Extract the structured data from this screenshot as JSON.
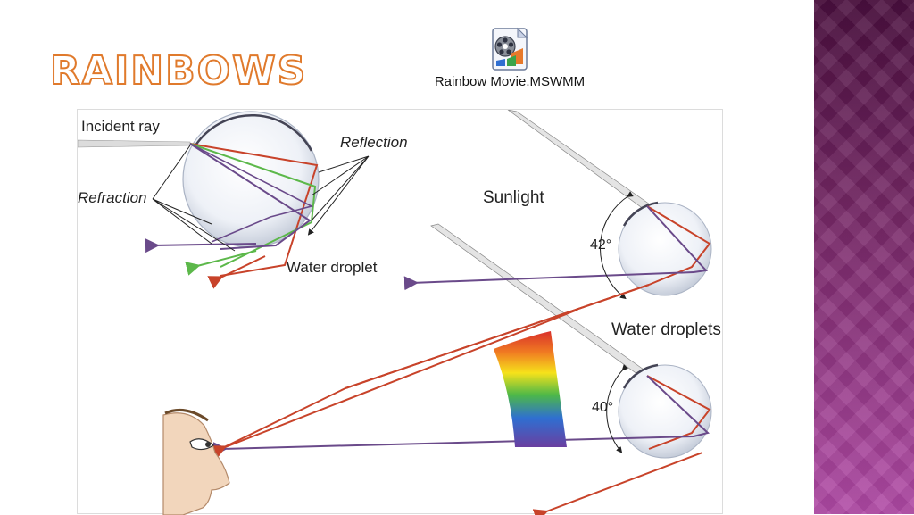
{
  "slide": {
    "title": "RAINBOWS",
    "title_color": "#e07a2c",
    "side_band_colors": [
      "#4a0f3e",
      "#b14aa6"
    ]
  },
  "media": {
    "file_name": "Rainbow Movie.MSWMM",
    "icon": "movie-reel-icon"
  },
  "diagram": {
    "labels": {
      "incident_ray": "Incident ray",
      "reflection": "Reflection",
      "refraction": "Refraction",
      "water_droplet": "Water droplet",
      "sunlight": "Sunlight",
      "water_droplets": "Water droplets",
      "angle_top": "42°",
      "angle_bottom": "40°"
    },
    "colors": {
      "red_ray": "#c8432a",
      "green_ray": "#5cb84a",
      "violet_ray": "#6a4a8a",
      "pointer_line": "#222222"
    }
  }
}
